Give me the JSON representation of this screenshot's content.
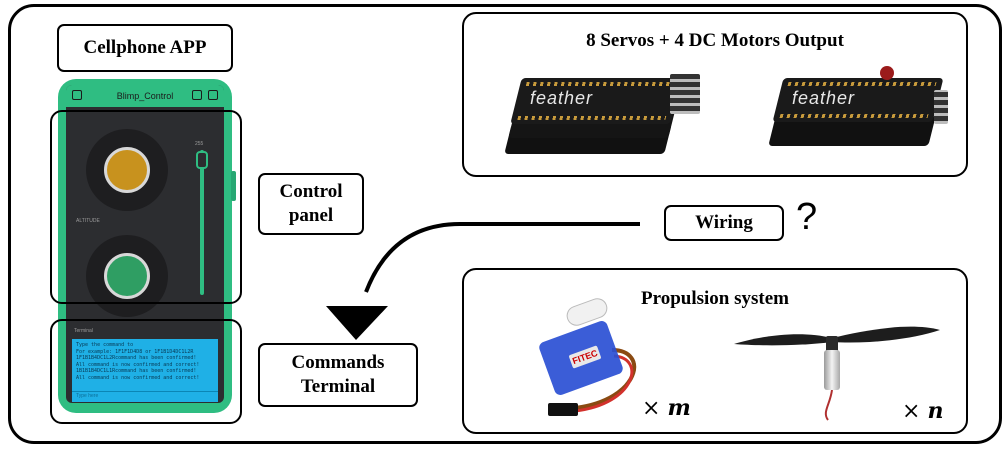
{
  "labels": {
    "cellphone_app": "Cellphone APP",
    "control_panel": "Control\npanel",
    "commands_terminal": "Commands\nTerminal",
    "wiring": "Wiring",
    "question_mark": "?",
    "servos_output": "8 Servos + 4 DC Motors Output",
    "propulsion_system": "Propulsion system"
  },
  "phone": {
    "title": "Blimp_Control",
    "slider_value": "255",
    "section_altitude": "ALTITUDE",
    "section_terminal": "Terminal",
    "terminal_lines": [
      "Type the command to",
      "For example: 1F1F1D4D8 or 1F1B1D4DC1L2R",
      "1F1B1B4DC1L2Rcommand has been confirmed!",
      "All command is now confirmed and correct!",
      "1B1B1B4DC1L1Rcommand has been confirmed!",
      "All command is now confirmed and correct!"
    ],
    "terminal_placeholder": "Type here"
  },
  "boards": [
    {
      "text": "feather"
    },
    {
      "text": "feather"
    }
  ],
  "servo": {
    "sticker": "FITEC"
  },
  "multipliers": {
    "servo": {
      "times": "×",
      "variable": "m"
    },
    "motor": {
      "times": "×",
      "variable": "n"
    }
  },
  "colors": {
    "phone_green": "#2fbd82",
    "phone_screen": "#2c2d30",
    "joystick_top": "#c8921e",
    "joystick_bottom": "#2f9e63",
    "terminal_blue": "#1fb0e6",
    "servo_blue": "#2a4fd4"
  }
}
